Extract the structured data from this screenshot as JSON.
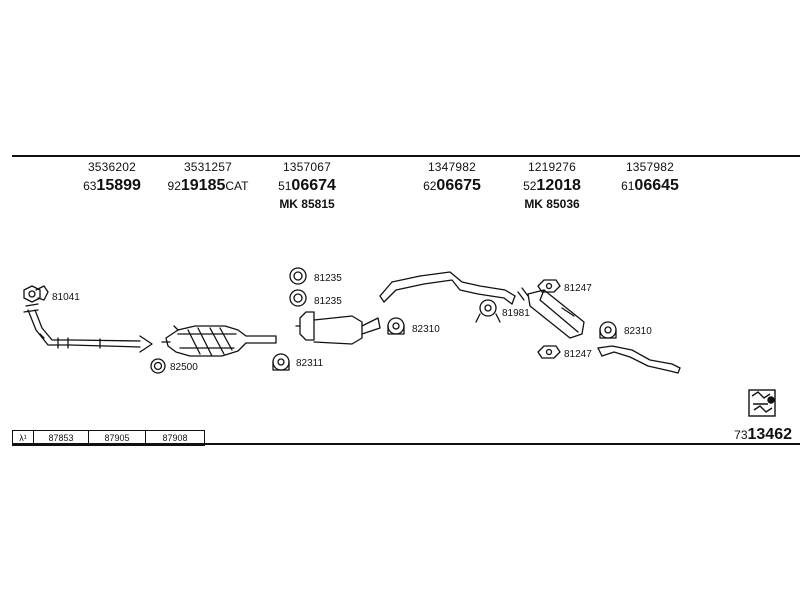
{
  "columns": [
    {
      "code": "3536202",
      "prefix": "63",
      "main": "15899",
      "suffix": "",
      "mk": ""
    },
    {
      "code": "3531257",
      "prefix": "92",
      "main": "19185",
      "suffix": "CAT",
      "mk": ""
    },
    {
      "code": "1357067",
      "prefix": "51",
      "main": "06674",
      "suffix": "",
      "mk": "MK 85815"
    },
    {
      "code": "1347982",
      "prefix": "62",
      "main": "06675",
      "suffix": "",
      "mk": ""
    },
    {
      "code": "1219276",
      "prefix": "52",
      "main": "12018",
      "suffix": "",
      "mk": "MK 85036"
    },
    {
      "code": "1357982",
      "prefix": "61",
      "main": "06645",
      "suffix": "",
      "mk": ""
    }
  ],
  "part_labels": [
    "81041",
    "82500",
    "81235",
    "81235",
    "82311",
    "82310",
    "81981",
    "81247",
    "81247",
    "82310"
  ],
  "legend": {
    "symbol": "λ¹",
    "items": [
      "87853",
      "87905",
      "87908"
    ]
  },
  "reference": {
    "prefix": "73",
    "main": "13462"
  }
}
